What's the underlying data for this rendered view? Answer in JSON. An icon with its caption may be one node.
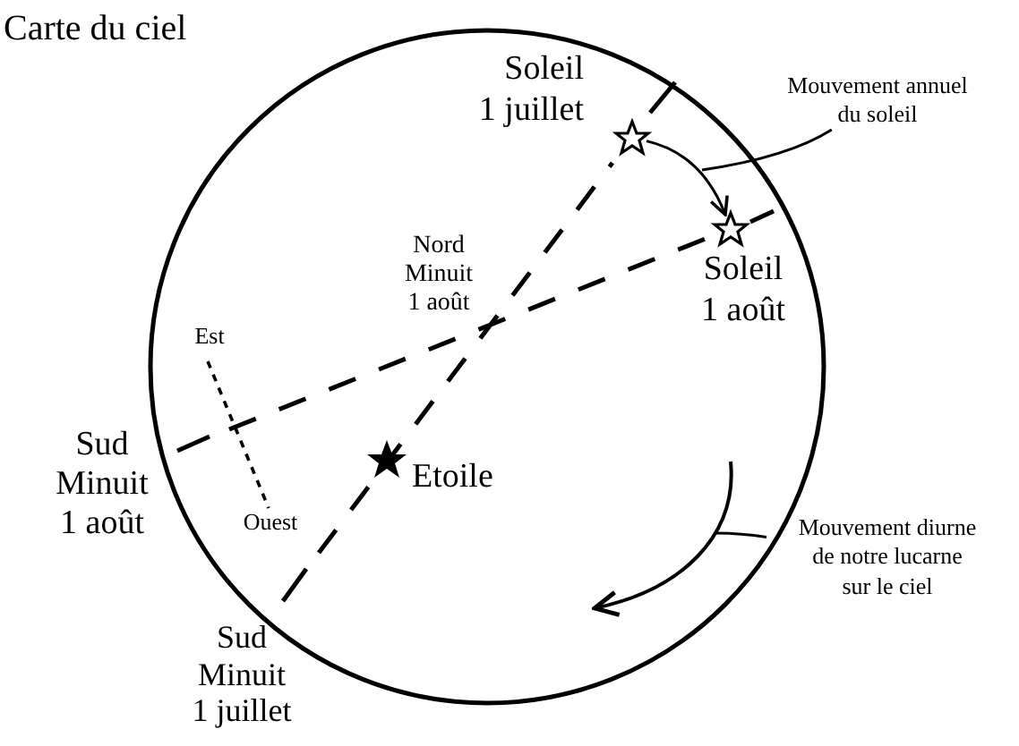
{
  "diagram": {
    "title": "Carte du ciel",
    "nodes": [
      {
        "text": [],
        "shape": "star",
        "beside": [
          "Soleil 1 juillet"
        ]
      },
      {
        "text": [],
        "shape": "star",
        "beside": [
          "Soleil 1 août"
        ]
      },
      {
        "text": [
          "Mouvement annuel du soleil"
        ]
      },
      {
        "text": [
          "Mouvement diurne de notre lucarne sur le ciel"
        ]
      }
    ],
    "edges": [
      {
        "from": 0,
        "to": 1,
        "arrow": "to"
      },
      {
        "from": 2,
        "to": null,
        "arrow": "none"
      },
      {
        "from": 3,
        "to": null,
        "arrow": "none"
      }
    ],
    "labels": [
      "Nord Minuit 1 août",
      "Est",
      "Ouest",
      "Sud Minuit 1 août",
      "Etoile",
      "Sud Minuit 1 juillet"
    ]
  }
}
